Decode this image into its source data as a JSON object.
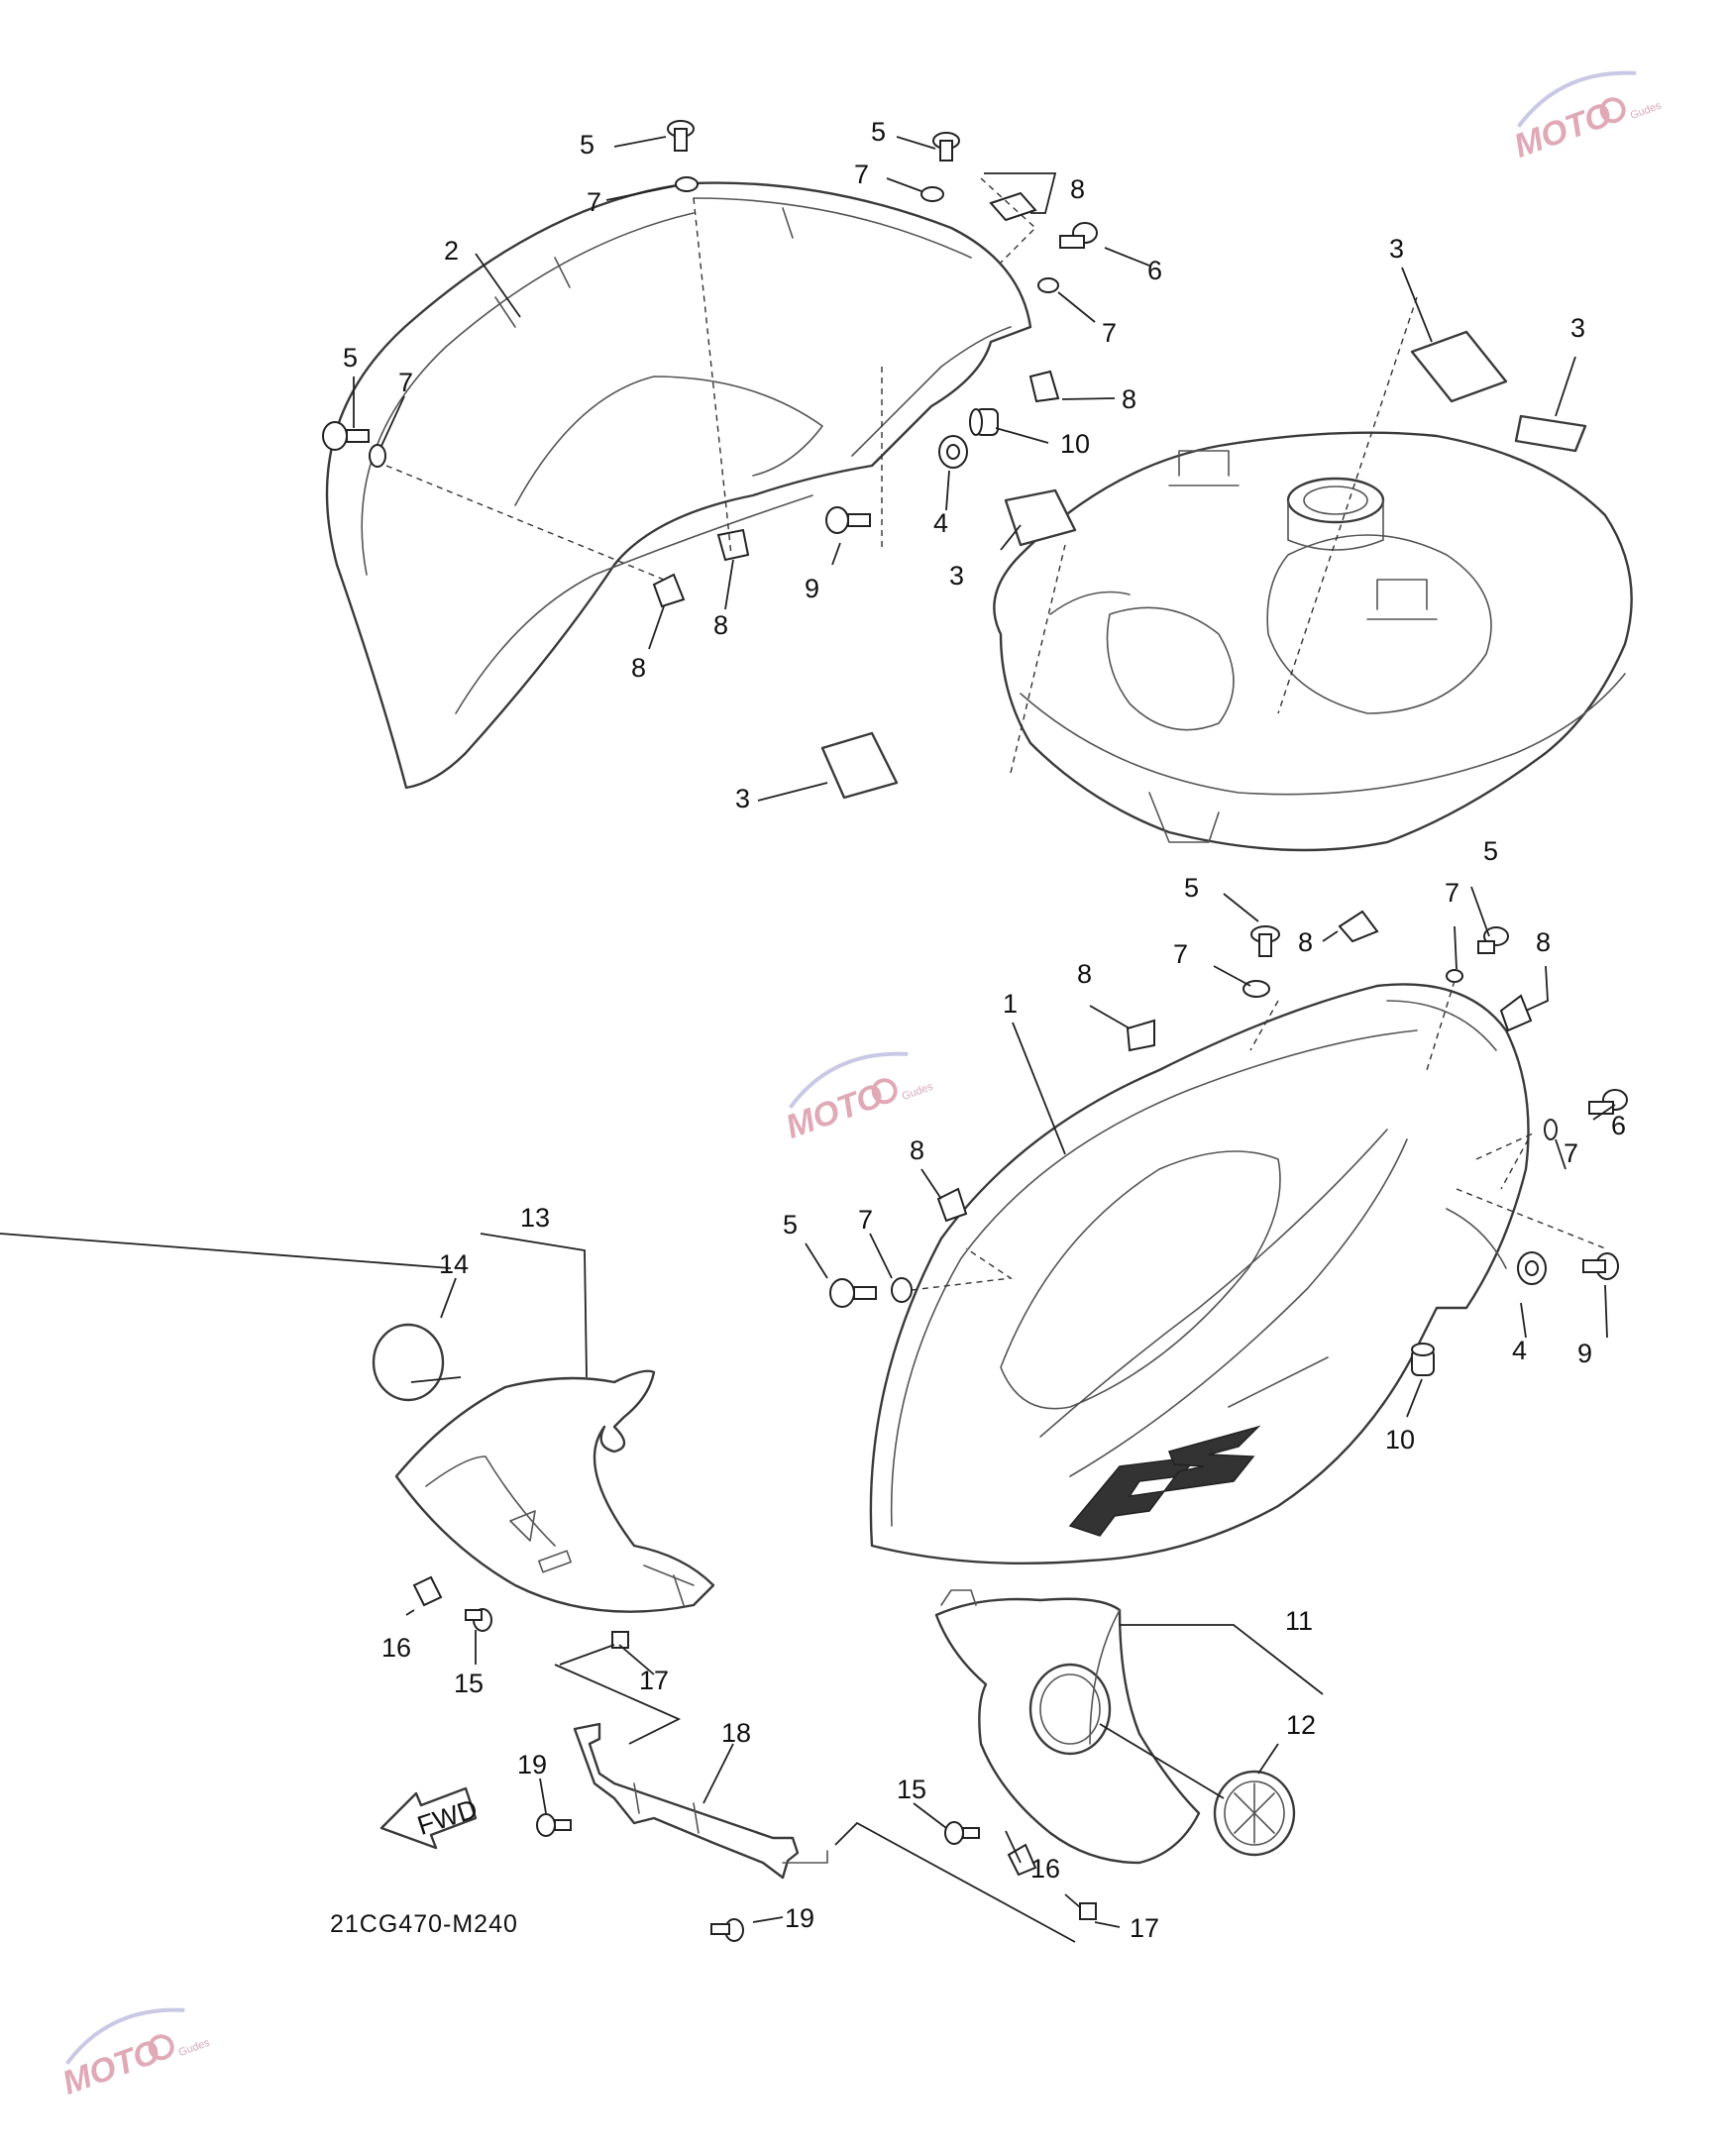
{
  "diagram_code": "21CG470-M240",
  "fwd_label": "FWD",
  "watermark": {
    "brand": "MOTO",
    "sub": "Gudes"
  },
  "callouts": {
    "c_2": "2",
    "c_5a": "5",
    "c_7a": "7",
    "c_5b": "5",
    "c_7b": "7",
    "c_8a": "8",
    "c_6a": "6",
    "c_7c": "7",
    "c_5c": "5",
    "c_7d": "7",
    "c_8b": "8",
    "c_10a": "10",
    "c_4a": "4",
    "c_9a": "9",
    "c_8c": "8",
    "c_8d": "8",
    "c_3a": "3",
    "c_3b": "3",
    "c_3c": "3",
    "c_3d": "3",
    "c_5d": "5",
    "c_8e": "8",
    "c_5e": "5",
    "c_7e": "7",
    "c_8f": "8",
    "c_7f": "7",
    "c_8g": "8",
    "c_1": "1",
    "c_6b": "6",
    "c_7g": "7",
    "c_8h": "8",
    "c_5f": "5",
    "c_7h": "7",
    "c_4b": "4",
    "c_9b": "9",
    "c_10b": "10",
    "c_13": "13",
    "c_14": "14",
    "c_16a": "16",
    "c_15a": "15",
    "c_17a": "17",
    "c_18": "18",
    "c_19a": "19",
    "c_19b": "19",
    "c_11": "11",
    "c_12": "12",
    "c_15b": "15",
    "c_16b": "16",
    "c_17b": "17"
  }
}
